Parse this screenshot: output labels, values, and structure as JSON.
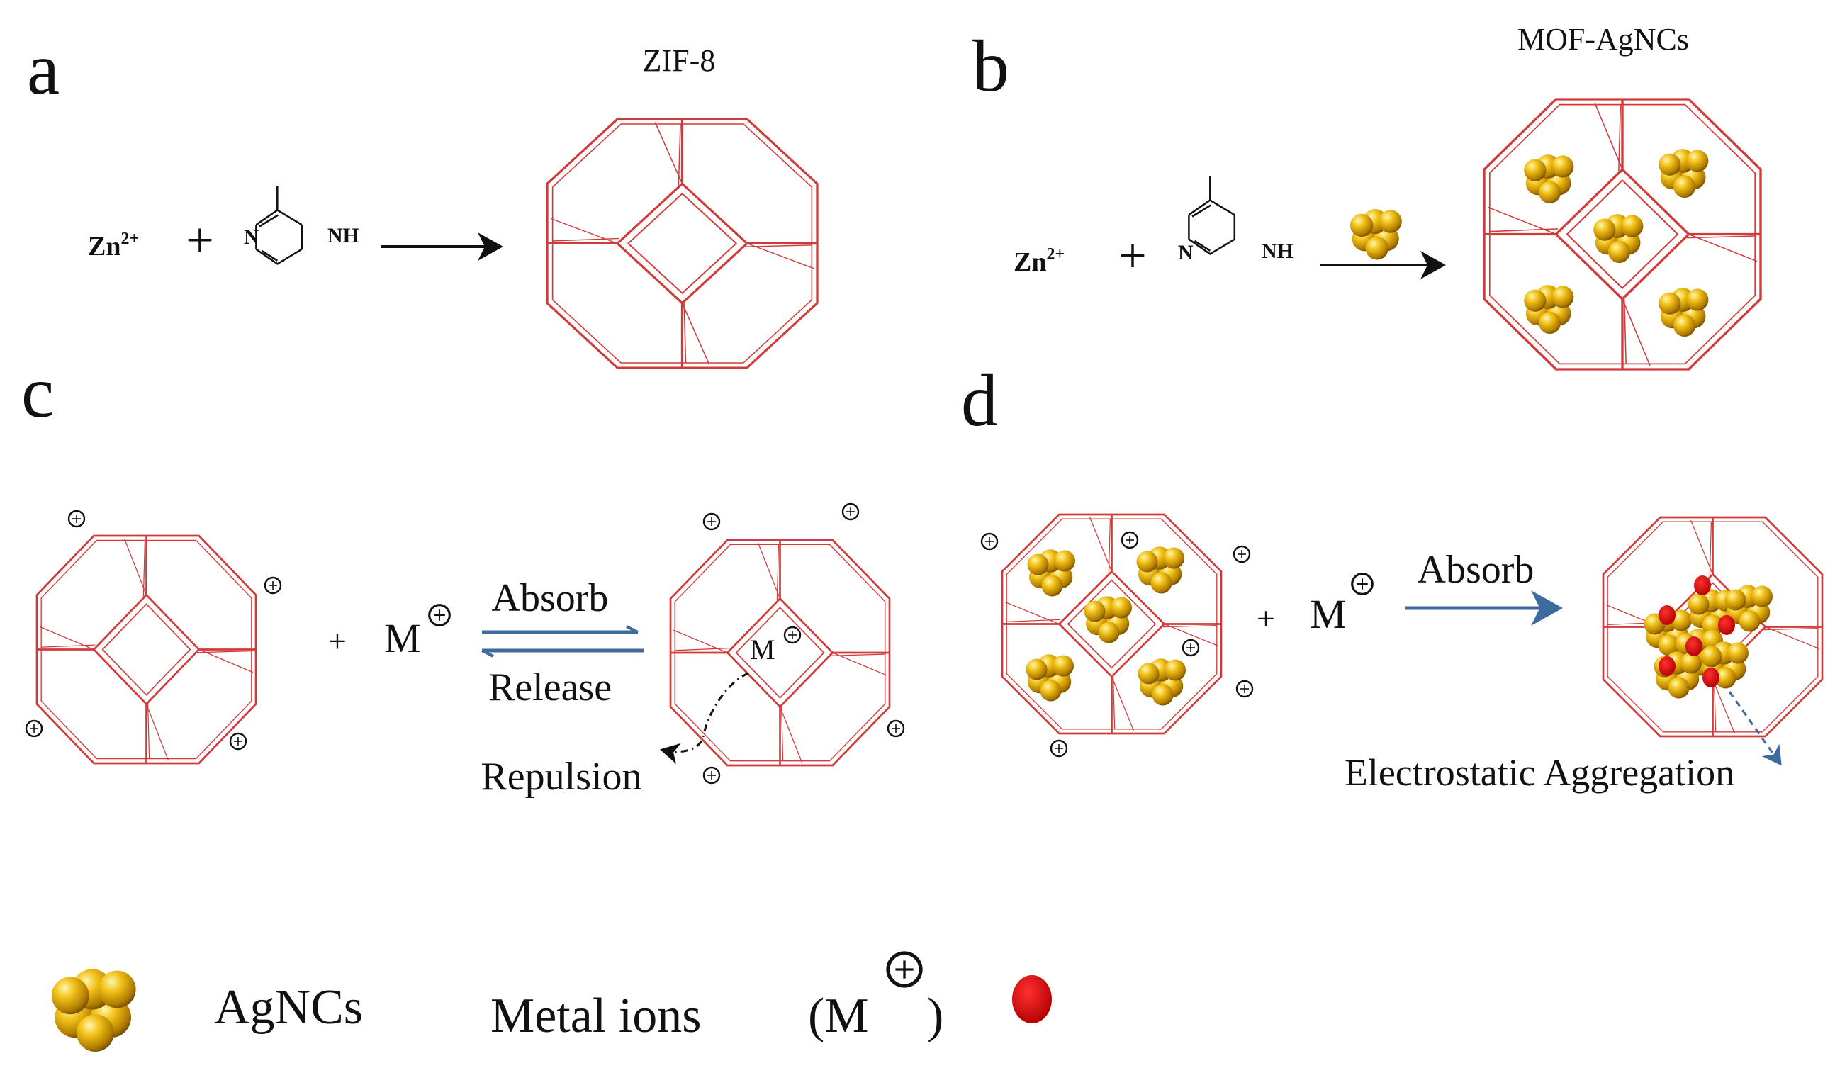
{
  "panels": {
    "a": {
      "letter": "a",
      "title": "ZIF-8",
      "reagent_ion": "Zn",
      "reagent_charge": "2+",
      "plus": "+",
      "ring_n": "N",
      "ring_nh": "NH"
    },
    "b": {
      "letter": "b",
      "title": "MOF-AgNCs",
      "reagent_ion": "Zn",
      "reagent_charge": "2+",
      "plus": "+",
      "ring_n": "N",
      "ring_nh": "NH"
    },
    "c": {
      "letter": "c",
      "plus": "+",
      "ion": "M",
      "absorb": "Absorb",
      "release": "Release",
      "repulsion": "Repulsion",
      "inner_ion": "M"
    },
    "d": {
      "letter": "d",
      "plus": "+",
      "ion": "M",
      "absorb": "Absorb",
      "aggregation": "Electrostatic Aggregation"
    }
  },
  "legend": {
    "agncs": "AgNCs",
    "metal_ions": "Metal ions",
    "paren_open": "(M",
    "paren_close": ")"
  },
  "charge_symbol": "+",
  "colors": {
    "frame": "#d23a3a",
    "gold": "#e5b010",
    "gold_dark": "#8a6400",
    "ion_red": "#cc0000",
    "arrow_blue": "#3e6a9e",
    "ink": "#111111"
  }
}
